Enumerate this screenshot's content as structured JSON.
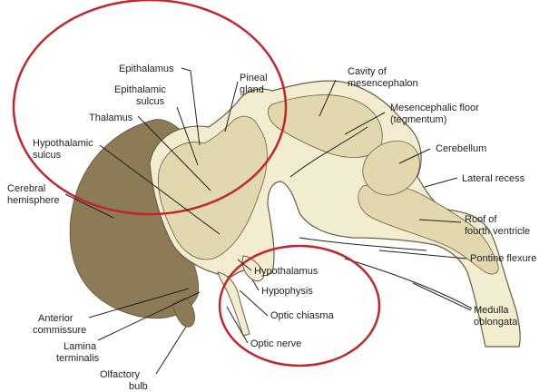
{
  "figure": {
    "labels": {
      "epithalamus": [
        "Epithalamus"
      ],
      "epithalamic_sulcus": [
        "Epithalamic",
        "sulcus"
      ],
      "pineal_gland": [
        "Pineal",
        "gland"
      ],
      "thalamus": [
        "Thalamus"
      ],
      "hypothalamic_sulcus": [
        "Hypothalamic",
        "sulcus"
      ],
      "cerebral_hemisphere": [
        "Cerebral",
        "hemisphere"
      ],
      "cavity_of_mesencephalon": [
        "Cavity of",
        "mesencephalon"
      ],
      "mesencephalic_floor": [
        "Mesencephalic floor",
        "(tegmentum)"
      ],
      "cerebellum": [
        "Cerebellum"
      ],
      "lateral_recess": [
        "Lateral recess"
      ],
      "roof_of_fourth_ventricle": [
        "Roof of",
        "fourth ventricle"
      ],
      "pontine_flexure": [
        "Pontine flexure"
      ],
      "hypothalamus": [
        "Hypothalamus"
      ],
      "hypophysis": [
        "Hypophysis"
      ],
      "optic_chiasma": [
        "Optic chiasma"
      ],
      "medulla_oblongata": [
        "Medulla",
        "oblongata"
      ],
      "anterior_commissure": [
        "Anterior",
        "commissure"
      ],
      "optic_nerve": [
        "Optic nerve"
      ],
      "lamina_terminalis": [
        "Lamina",
        "terminalis"
      ],
      "olfactory_bulb": [
        "Olfactory",
        "bulb"
      ]
    },
    "highlight_color": "#c0272d",
    "tissue_colors": {
      "hemisphere": "#8c7b55",
      "brain_tissue": "#f2ecd0",
      "cavity": "#e2d8ae",
      "outline": "#6a5f45"
    }
  }
}
